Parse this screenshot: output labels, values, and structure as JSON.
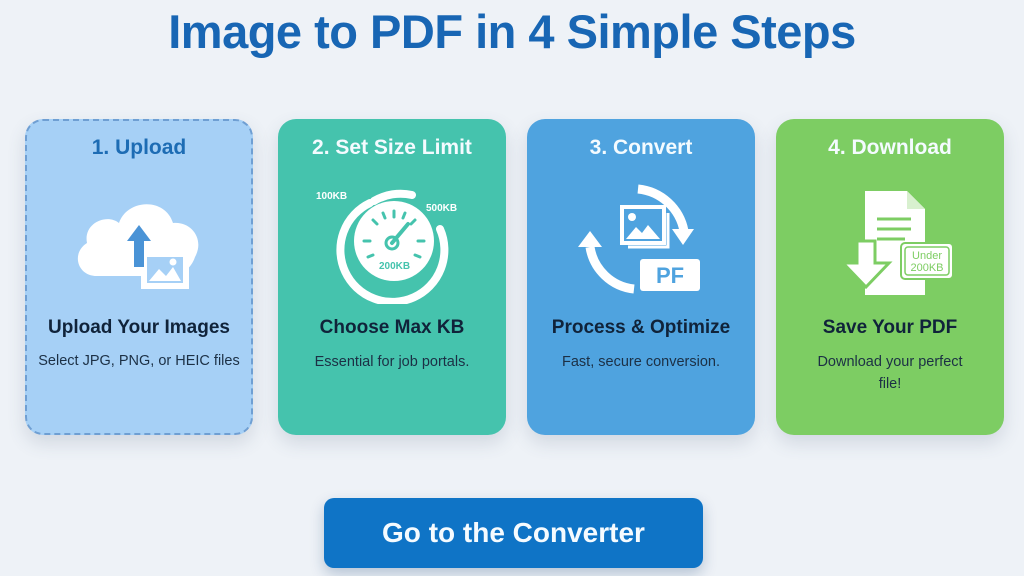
{
  "page": {
    "title": "Image to PDF in 4 Simple Steps"
  },
  "steps": [
    {
      "title": "1. Upload",
      "icon": "cloud-upload-image-icon",
      "heading": "Upload Your Images",
      "description": "Select JPG, PNG, or HEIC files",
      "color": "#a6d0f6"
    },
    {
      "title": "2. Set Size Limit",
      "icon": "speedometer-gauge-icon",
      "heading": "Choose Max KB",
      "description": "Essential for job portals.",
      "color": "#45c3ad",
      "gauge_labels": {
        "left": "100KB",
        "right": "500KB",
        "bottom": "200KB"
      }
    },
    {
      "title": "3. Convert",
      "icon": "image-to-pdf-convert-icon",
      "heading": "Process & Optimize",
      "description": "Fast, secure conversion.",
      "color": "#4fa3df",
      "badge": "PF"
    },
    {
      "title": "4. Download",
      "icon": "document-download-icon",
      "heading": "Save Your PDF",
      "description": "Download your perfect file!",
      "color": "#7dcd63",
      "badge_line1": "Under",
      "badge_line2": "200KB"
    }
  ],
  "cta": {
    "label": "Go to the Converter",
    "color": "#0f74c6"
  }
}
